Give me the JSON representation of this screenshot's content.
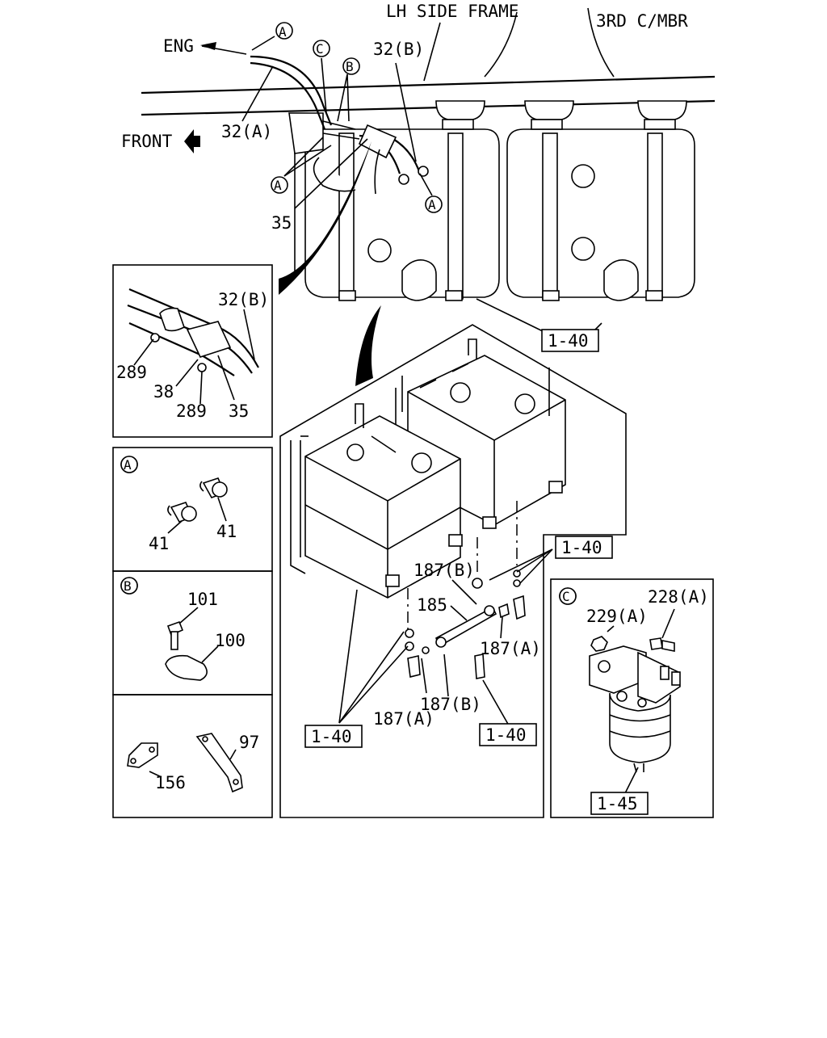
{
  "labels": {
    "lh_side_frame": "LH SIDE FRAME",
    "third_cmbr": "3RD C/MBR",
    "eng": "ENG",
    "front": "FRONT",
    "p32b_top": "32(B)",
    "p32a": "32(A)",
    "p35_top": "35",
    "p32b_detail": "32(B)",
    "p289_a": "289",
    "p38": "38",
    "p289_b": "289",
    "p35_detail": "35",
    "p41_a": "41",
    "p41_b": "41",
    "p101": "101",
    "p100": "100",
    "p97": "97",
    "p156": "156",
    "p187b_top": "187(B)",
    "p185": "185",
    "p187a_right": "187(A)",
    "p187b_bottom": "187(B)",
    "p187a_bottom": "187(A)",
    "p229a": "229(A)",
    "p228a": "228(A)"
  },
  "callouts": {
    "A1": "A",
    "A2": "A",
    "A3": "A",
    "A_box": "A",
    "B1": "B",
    "B_box": "B",
    "C1": "C",
    "C_box": "C"
  },
  "boxed_refs": {
    "r140_top": "1-40",
    "r140_right": "1-40",
    "r140_left": "1-40",
    "r140_bottom": "1-40",
    "r145": "1-45"
  }
}
